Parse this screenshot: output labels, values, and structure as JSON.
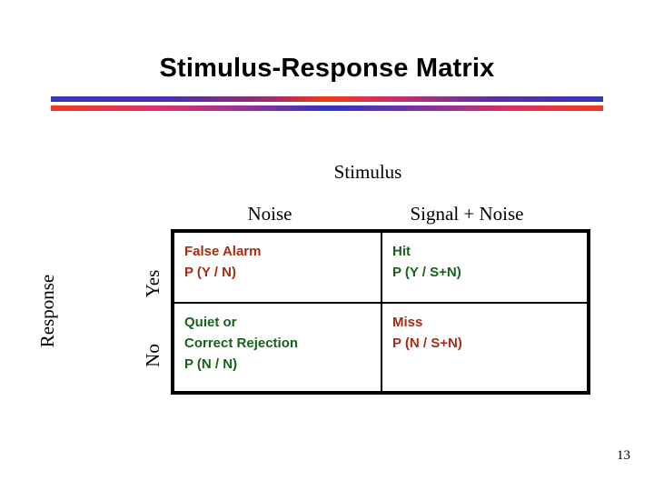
{
  "slide": {
    "title": "Stimulus-Response Matrix",
    "number": "13"
  },
  "decor": {
    "rule_top_name": "gradient-rule-top",
    "rule_bottom_name": "gradient-rule-bottom",
    "colors": {
      "blue": "#3736b4",
      "red": "#ef3c12",
      "magenta": "#c8306b"
    }
  },
  "matrix": {
    "column_axis_label": "Stimulus",
    "row_axis_label": "Response",
    "column_headers": [
      "Noise",
      "Signal + Noise"
    ],
    "row_headers": [
      "Yes",
      "No"
    ],
    "tone_colors": {
      "red": "#a62d11",
      "green": "#15631a"
    },
    "cells": [
      [
        {
          "lines": [
            "False Alarm",
            "P (Y / N)"
          ],
          "tone": "red"
        },
        {
          "lines": [
            "Hit",
            "P (Y / S+N)"
          ],
          "tone": "green"
        }
      ],
      [
        {
          "lines": [
            "Quiet or",
            "Correct Rejection",
            "P (N / N)"
          ],
          "tone": "green"
        },
        {
          "lines": [
            "Miss",
            "P (N / S+N)"
          ],
          "tone": "red"
        }
      ]
    ]
  }
}
